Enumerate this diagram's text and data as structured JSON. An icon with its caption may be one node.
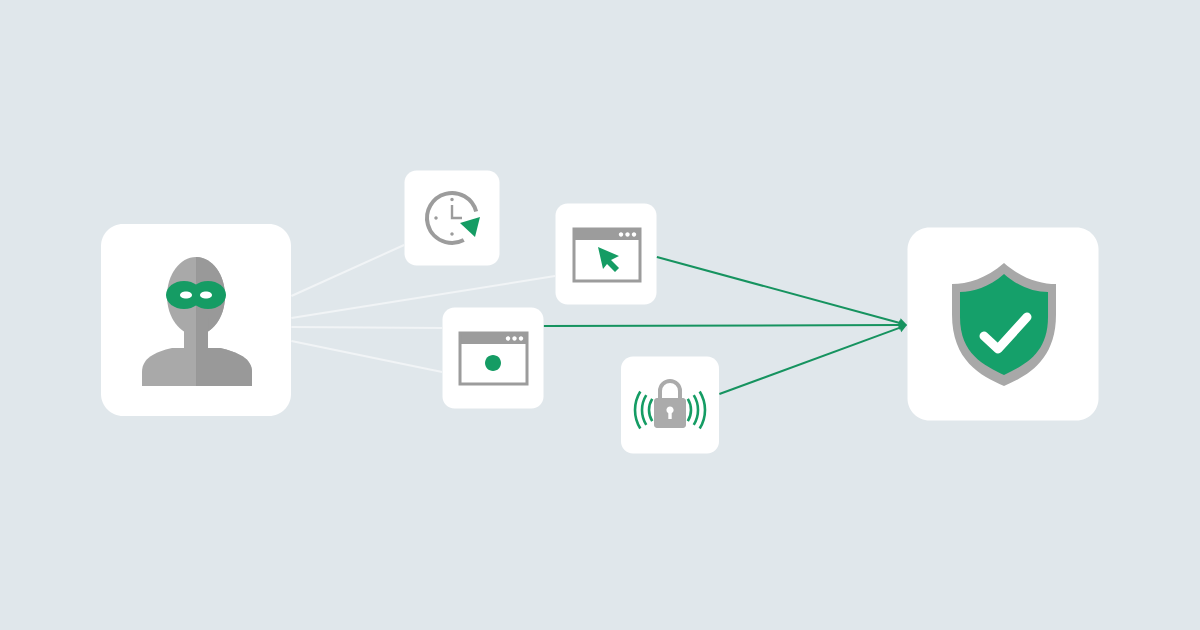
{
  "diagram": {
    "nodes": [
      {
        "text": [],
        "shape": "picture"
      },
      {
        "text": [],
        "shape": "picture"
      },
      {
        "text": [],
        "shape": "picture"
      },
      {
        "text": [],
        "shape": "picture"
      },
      {
        "text": [],
        "shape": "picture"
      },
      {
        "text": [],
        "shape": "picture"
      }
    ],
    "edges": [
      {
        "from": 0,
        "to": 1,
        "arrow": "none",
        "color": "#f1f4f6"
      },
      {
        "from": 0,
        "to": 2,
        "arrow": "none",
        "color": "#f1f4f6"
      },
      {
        "from": 0,
        "to": 3,
        "arrow": "none",
        "color": "#f1f4f6"
      },
      {
        "from": 0,
        "to": 3,
        "arrow": "none",
        "color": "#f1f4f6"
      },
      {
        "from": 2,
        "to": 5,
        "arrow": "to",
        "color": "#16935f"
      },
      {
        "from": 3,
        "to": 5,
        "arrow": "to",
        "color": "#16935f"
      },
      {
        "from": 4,
        "to": 5,
        "arrow": "to",
        "color": "#16935f"
      }
    ]
  }
}
